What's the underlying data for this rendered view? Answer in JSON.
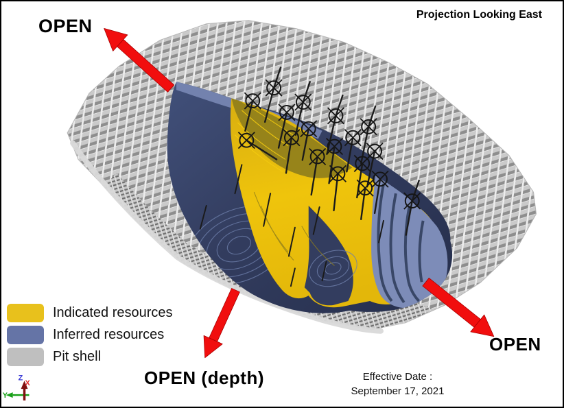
{
  "header": {
    "projection_note": "Projection Looking East"
  },
  "annotations": {
    "open_top_left": "OPEN",
    "open_depth": "OPEN (depth)",
    "open_bottom_right": "OPEN"
  },
  "legend": {
    "items": [
      {
        "label": "Indicated resources",
        "color": "#E8C11C"
      },
      {
        "label": "Inferred resources",
        "color": "#6574A6"
      },
      {
        "label": "Pit shell",
        "color": "#BFBFBF"
      }
    ]
  },
  "effective_date": {
    "line1": "Effective Date :",
    "line2": "September 17, 2021"
  },
  "axis_triad": {
    "x_label": "X",
    "y_label": "Y",
    "z_label": "Z"
  },
  "scene": {
    "drill_collar_symbol": "circle-cross-icon",
    "drill_collar_count": 18
  },
  "colors": {
    "arrow_red": "#F10E0E",
    "body_navy": "#333D5F",
    "body_light_blue": "#7D8CB8",
    "contour_blue": "#6F80AC",
    "contour_yellow": "#F3CB10",
    "olive_shade": "#8E7D1C",
    "indicated": "#E8C11C",
    "inferred": "#6574A6",
    "pit_shell": "#BFBFBF"
  }
}
